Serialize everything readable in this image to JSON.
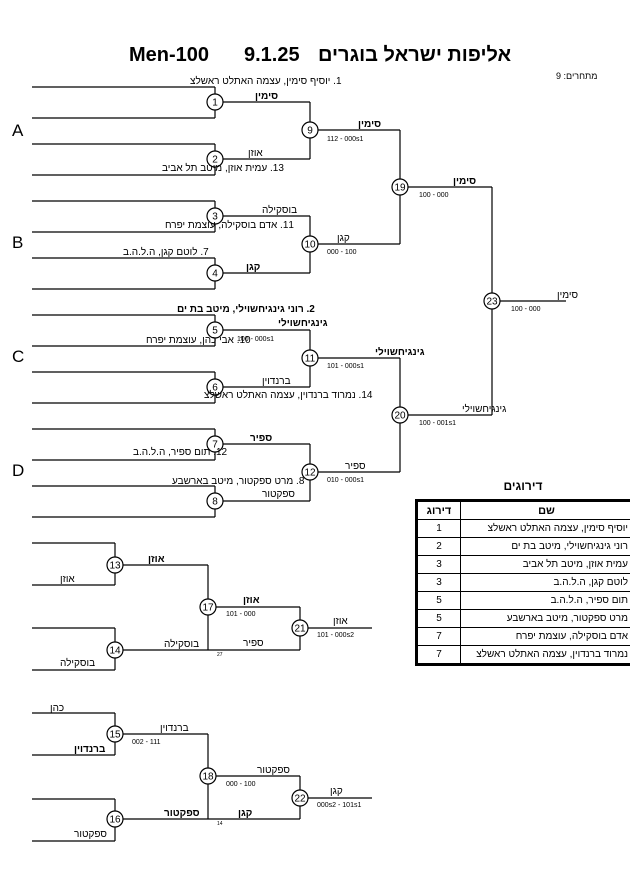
{
  "header": {
    "title_event": "Men-100",
    "title_date": "9.1.25",
    "title_name": "אליפות ישראל בוגרים",
    "participants": "מתחרים: 9"
  },
  "side_letters": [
    "A",
    "B",
    "C",
    "D"
  ],
  "entries": [
    "1. יוסיף סימין, עצמה האתלט ראשלצ",
    "13. עמית אוזן, מיטב תל אביב",
    "11. אדם בוסקילה, עוצמת יפרח",
    "7. לוטם קגן, ה.ל.ה.ב",
    "2. רוני גינגיחשוילי, מיטב בת ים",
    "10. אבי כהן, עוצמת יפרח",
    "14. נמרוד ברנדוין, עצמה האתלט ראשלצ",
    "12. תום ספיר, ה.ל.ה.ב",
    "8. מרט ספקטור, מיטב בארשבע"
  ],
  "repechage_names": {
    "r13_bottom": "אוזן",
    "r14_bottom": "בוסקילה",
    "r15_top": "כהן",
    "r15_bottom": "ברנדוין",
    "r16_bottom": "ספקטור"
  },
  "matches": {
    "m1": {
      "num": "1",
      "winner": "סימין",
      "loser": "אוזן"
    },
    "m2": {
      "num": "2",
      "winner": "",
      "loser": ""
    },
    "m3": {
      "num": "3",
      "winner": "בוסקילה",
      "loser": ""
    },
    "m4": {
      "num": "4",
      "winner": "קגן",
      "loser": ""
    },
    "m5": {
      "num": "5",
      "winner": "גינגיחשוילי",
      "score": "100 - 000s1"
    },
    "m6": {
      "num": "6",
      "winner": "ברנדוין"
    },
    "m7": {
      "num": "7",
      "winner": "ספיר"
    },
    "m8": {
      "num": "8",
      "winner": "ספקטור"
    },
    "m9": {
      "num": "9",
      "winner": "סימין",
      "score": "112 - 000s1"
    },
    "m10": {
      "num": "10",
      "winner": "קגן",
      "score": "000 - 100"
    },
    "m11": {
      "num": "11",
      "winner": "גינגיחשוילי",
      "score": "101 - 000s1"
    },
    "m12": {
      "num": "12",
      "winner": "ספיר",
      "score": "010 - 000s1"
    },
    "m19": {
      "num": "19",
      "winner": "סימין",
      "score": "100 - 000"
    },
    "m20": {
      "num": "20",
      "winner": "גינגיחשוילי",
      "score": "100 - 001s1"
    },
    "m23": {
      "num": "23",
      "winner": "סימין",
      "score": "100 - 000"
    },
    "m13": {
      "num": "13",
      "winner": "אוזן"
    },
    "m14": {
      "num": "14",
      "winner": "בוסקילה"
    },
    "m17": {
      "num": "17",
      "winner": "אוזן",
      "score": "101 - 000",
      "lower": "ספיר",
      "lower_small": "27"
    },
    "m21": {
      "num": "21",
      "winner": "אוזן",
      "score": "101 - 000s2"
    },
    "m15": {
      "num": "15",
      "winner": "ברנדוין",
      "score": "002 - 111"
    },
    "m16": {
      "num": "16",
      "winner": "ספקטור"
    },
    "m18": {
      "num": "18",
      "winner": "ספקטור",
      "score": "000 - 100",
      "lower": "קגן",
      "lower_small": "14"
    },
    "m22": {
      "num": "22",
      "winner": "קגן",
      "score": "000s2 - 101s1"
    }
  },
  "rankings": {
    "caption": "דירוגים",
    "head_name": "שם",
    "head_rank": "דירוג",
    "rows": [
      {
        "name": "יוסיף סימין, עצמה האתלט ראשלצ",
        "rank": "1"
      },
      {
        "name": "רוני גינגיחשוילי, מיטב בת ים",
        "rank": "2"
      },
      {
        "name": "עמית אוזן, מיטב תל אביב",
        "rank": "3"
      },
      {
        "name": "לוטם קגן, ה.ל.ה.ב",
        "rank": "3"
      },
      {
        "name": "תום ספיר, ה.ל.ה.ב",
        "rank": "5"
      },
      {
        "name": "מרט ספקטור, מיטב בארשבע",
        "rank": "5"
      },
      {
        "name": "אדם בוסקילה, עוצמת יפרח",
        "rank": "7"
      },
      {
        "name": "נמרוד ברנדוין, עצמה האתלט ראשלצ",
        "rank": "7"
      }
    ]
  }
}
